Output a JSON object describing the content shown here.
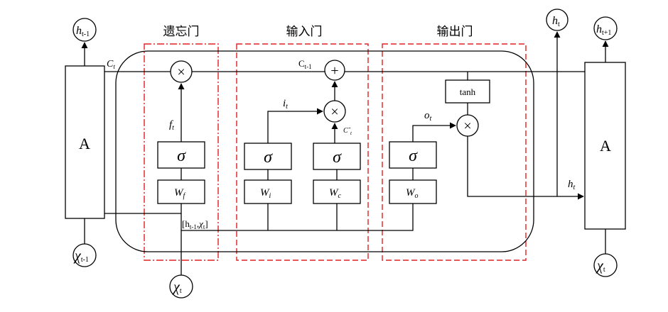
{
  "gates": {
    "forget": "遗忘门",
    "input": "输入门",
    "output": "输出门"
  },
  "cells": {
    "left": "A",
    "right": "A"
  },
  "nodes": {
    "h_prev": "h",
    "h_prev_sub": "t-1",
    "h_top": "h",
    "h_top_sub": "t",
    "h_next": "h",
    "h_next_sub": "t+1",
    "x_prev": "χ",
    "x_prev_sub": "t-1",
    "x_curr": "χ",
    "x_curr_sub": "t",
    "x_next": "χ",
    "x_next_sub": "t"
  },
  "labels": {
    "ct": "C",
    "ct_sub": "t",
    "ct_prev": "C",
    "ct_prev_sub": "t-1",
    "ft": "f",
    "ft_sub": "t",
    "it": "i",
    "it_sub": "t",
    "ot": "o",
    "ot_sub": "t",
    "c_tilde": "C˜",
    "c_tilde_sub": "t",
    "ht_out": "h",
    "ht_out_sub": "t",
    "concat": "[h",
    "concat_sub": "t-1",
    "concat_tail": ",χ",
    "concat_tail_sub": "t",
    "concat_end": "]"
  },
  "boxes": {
    "sigma": "σ",
    "wf": "W",
    "wf_sub": "f",
    "wi": "W",
    "wi_sub": "i",
    "wc": "W",
    "wc_sub": "c",
    "wo": "W",
    "wo_sub": "o",
    "tanh": "tanh"
  },
  "ops": {
    "multiply": "×",
    "add": "+"
  }
}
